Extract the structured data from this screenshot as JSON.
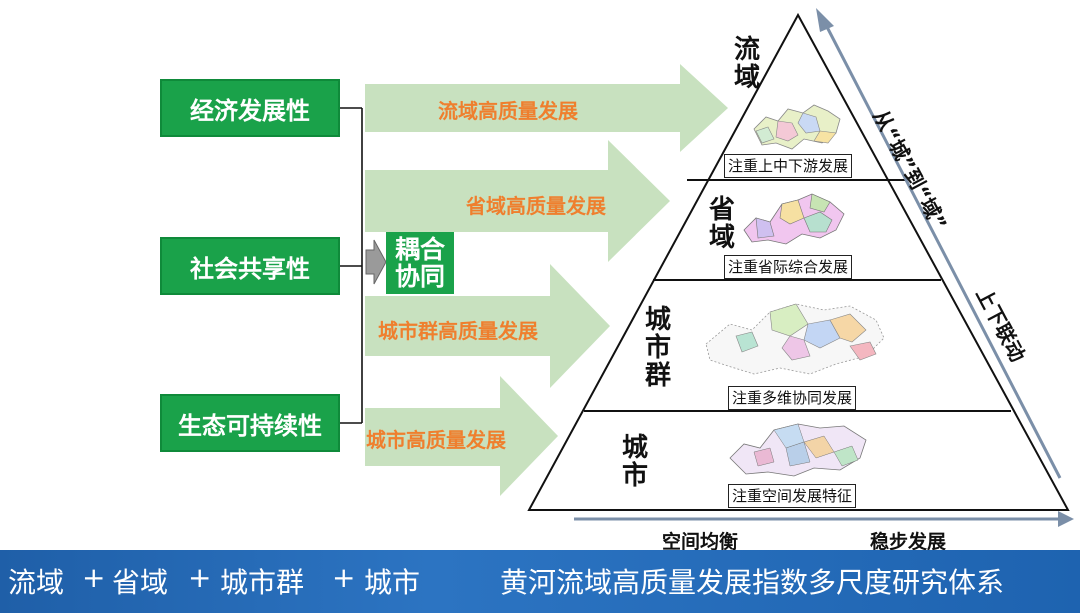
{
  "dimensions": {
    "economy": "经济发展性",
    "society": "社会共享性",
    "ecology": "生态可持续性"
  },
  "coupling": {
    "line1": "耦合",
    "line2": "协同"
  },
  "arrows": {
    "basin": "流域高质量发展",
    "province": "省域高质量发展",
    "urban_agglomeration": "城市群高质量发展",
    "city": "城市高质量发展"
  },
  "levels": {
    "basin": {
      "char1": "流",
      "char2": "域",
      "caption": "注重上中下游发展"
    },
    "province": {
      "char1": "省",
      "char2": "域",
      "caption": "注重省际综合发展"
    },
    "urban_agglomeration": {
      "char1": "城",
      "char2": "市",
      "char3": "群",
      "caption": "注重多维协同发展"
    },
    "city": {
      "char1": "城",
      "char2": "市",
      "caption": "注重空间发展特征"
    }
  },
  "side_labels": {
    "from_city_to_region": "从“城”到“域”",
    "vertical_linkage": "上下联动"
  },
  "bottom_axis": {
    "left": "空间均衡",
    "right": "稳步发展"
  },
  "footer": {
    "basin": "流域",
    "plus1": "+",
    "province": "省域",
    "plus2": "+",
    "urban_agglomeration": "城市群",
    "plus3": "+",
    "city": "城市",
    "result": "黄河流域高质量发展指数多尺度研究体系"
  },
  "colors": {
    "green_box": "#1aa24a",
    "orange_text": "#ef7f2e",
    "arrow_fill": "#c8e1bf",
    "footer_blue": "#2c74c2",
    "axis_arrow": "#7b8fa8"
  }
}
